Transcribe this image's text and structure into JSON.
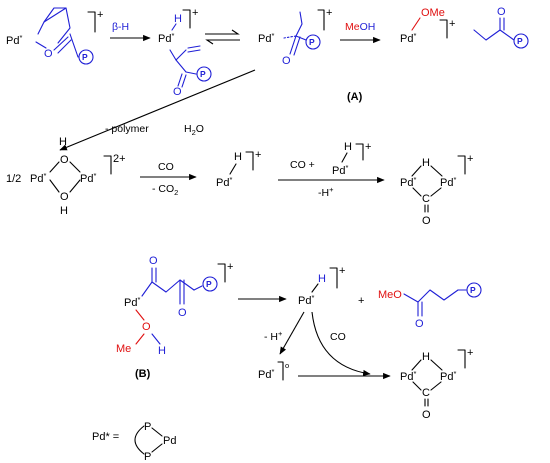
{
  "labels": {
    "pd": "Pd",
    "star": "*",
    "plus": "+",
    "two_plus": "2+",
    "circle": "o",
    "O": "O",
    "H": "H",
    "C": "C",
    "P": "P",
    "OMe": "OMe",
    "MeO": "MeO",
    "Me": "Me",
    "half": "1/2",
    "compound_A": "(A)",
    "compound_B": "(B)",
    "pd_def_lhs": "Pd* ="
  },
  "arrows": {
    "beta_h": "β-H",
    "meoh_me": "Me",
    "meoh_oh": "OH",
    "minus_polymer": "- polymer",
    "h2o": "H",
    "h2o_sub": "2",
    "h2o_tail": "O",
    "co": "CO",
    "minus_co2": "- CO",
    "co2_sub": "2",
    "co_plus": "CO  +",
    "minus_hplus": "-H",
    "minus_h": "- H"
  },
  "colors": {
    "ink": "#000000",
    "highlight_blue": "#1f1fd6",
    "highlight_red": "#e01010"
  },
  "icons": {
    "polymer_chain": "circled-P",
    "reaction_arrow": "arrow-right",
    "equilibrium": "double-half-arrow"
  }
}
